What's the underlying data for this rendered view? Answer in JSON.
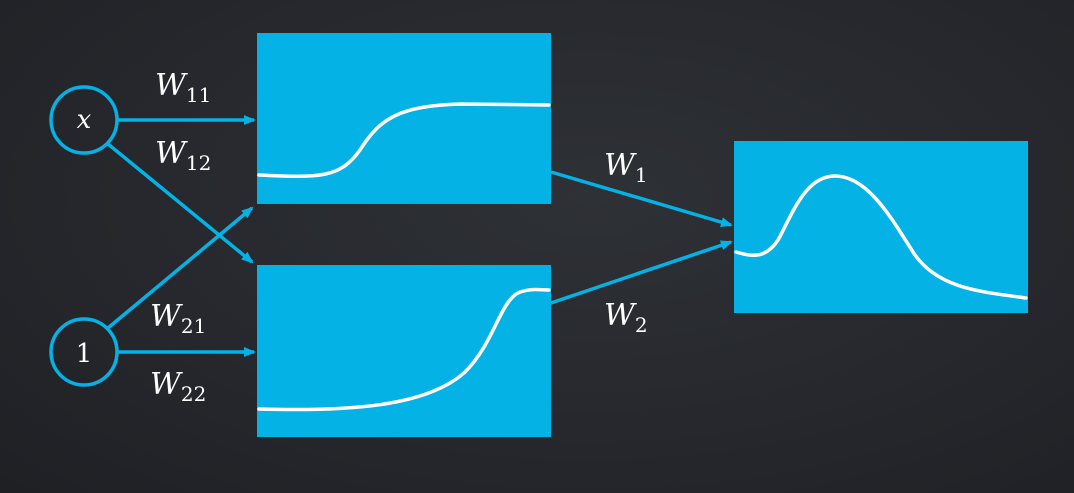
{
  "colors": {
    "background": "#26282d",
    "accent": "#04b2e6",
    "curve": "#ffffff"
  },
  "inputs": {
    "x": "x",
    "one": "1"
  },
  "weights": {
    "w11": {
      "base": "W",
      "sub": "11"
    },
    "w12": {
      "base": "W",
      "sub": "12"
    },
    "w21": {
      "base": "W",
      "sub": "21"
    },
    "w22": {
      "base": "W",
      "sub": "22"
    },
    "w1": {
      "base": "W",
      "sub": "1"
    },
    "w2": {
      "base": "W",
      "sub": "2"
    }
  },
  "boxes": {
    "hidden_top": "sigmoid",
    "hidden_bottom": "sigmoid",
    "output": "bump"
  }
}
